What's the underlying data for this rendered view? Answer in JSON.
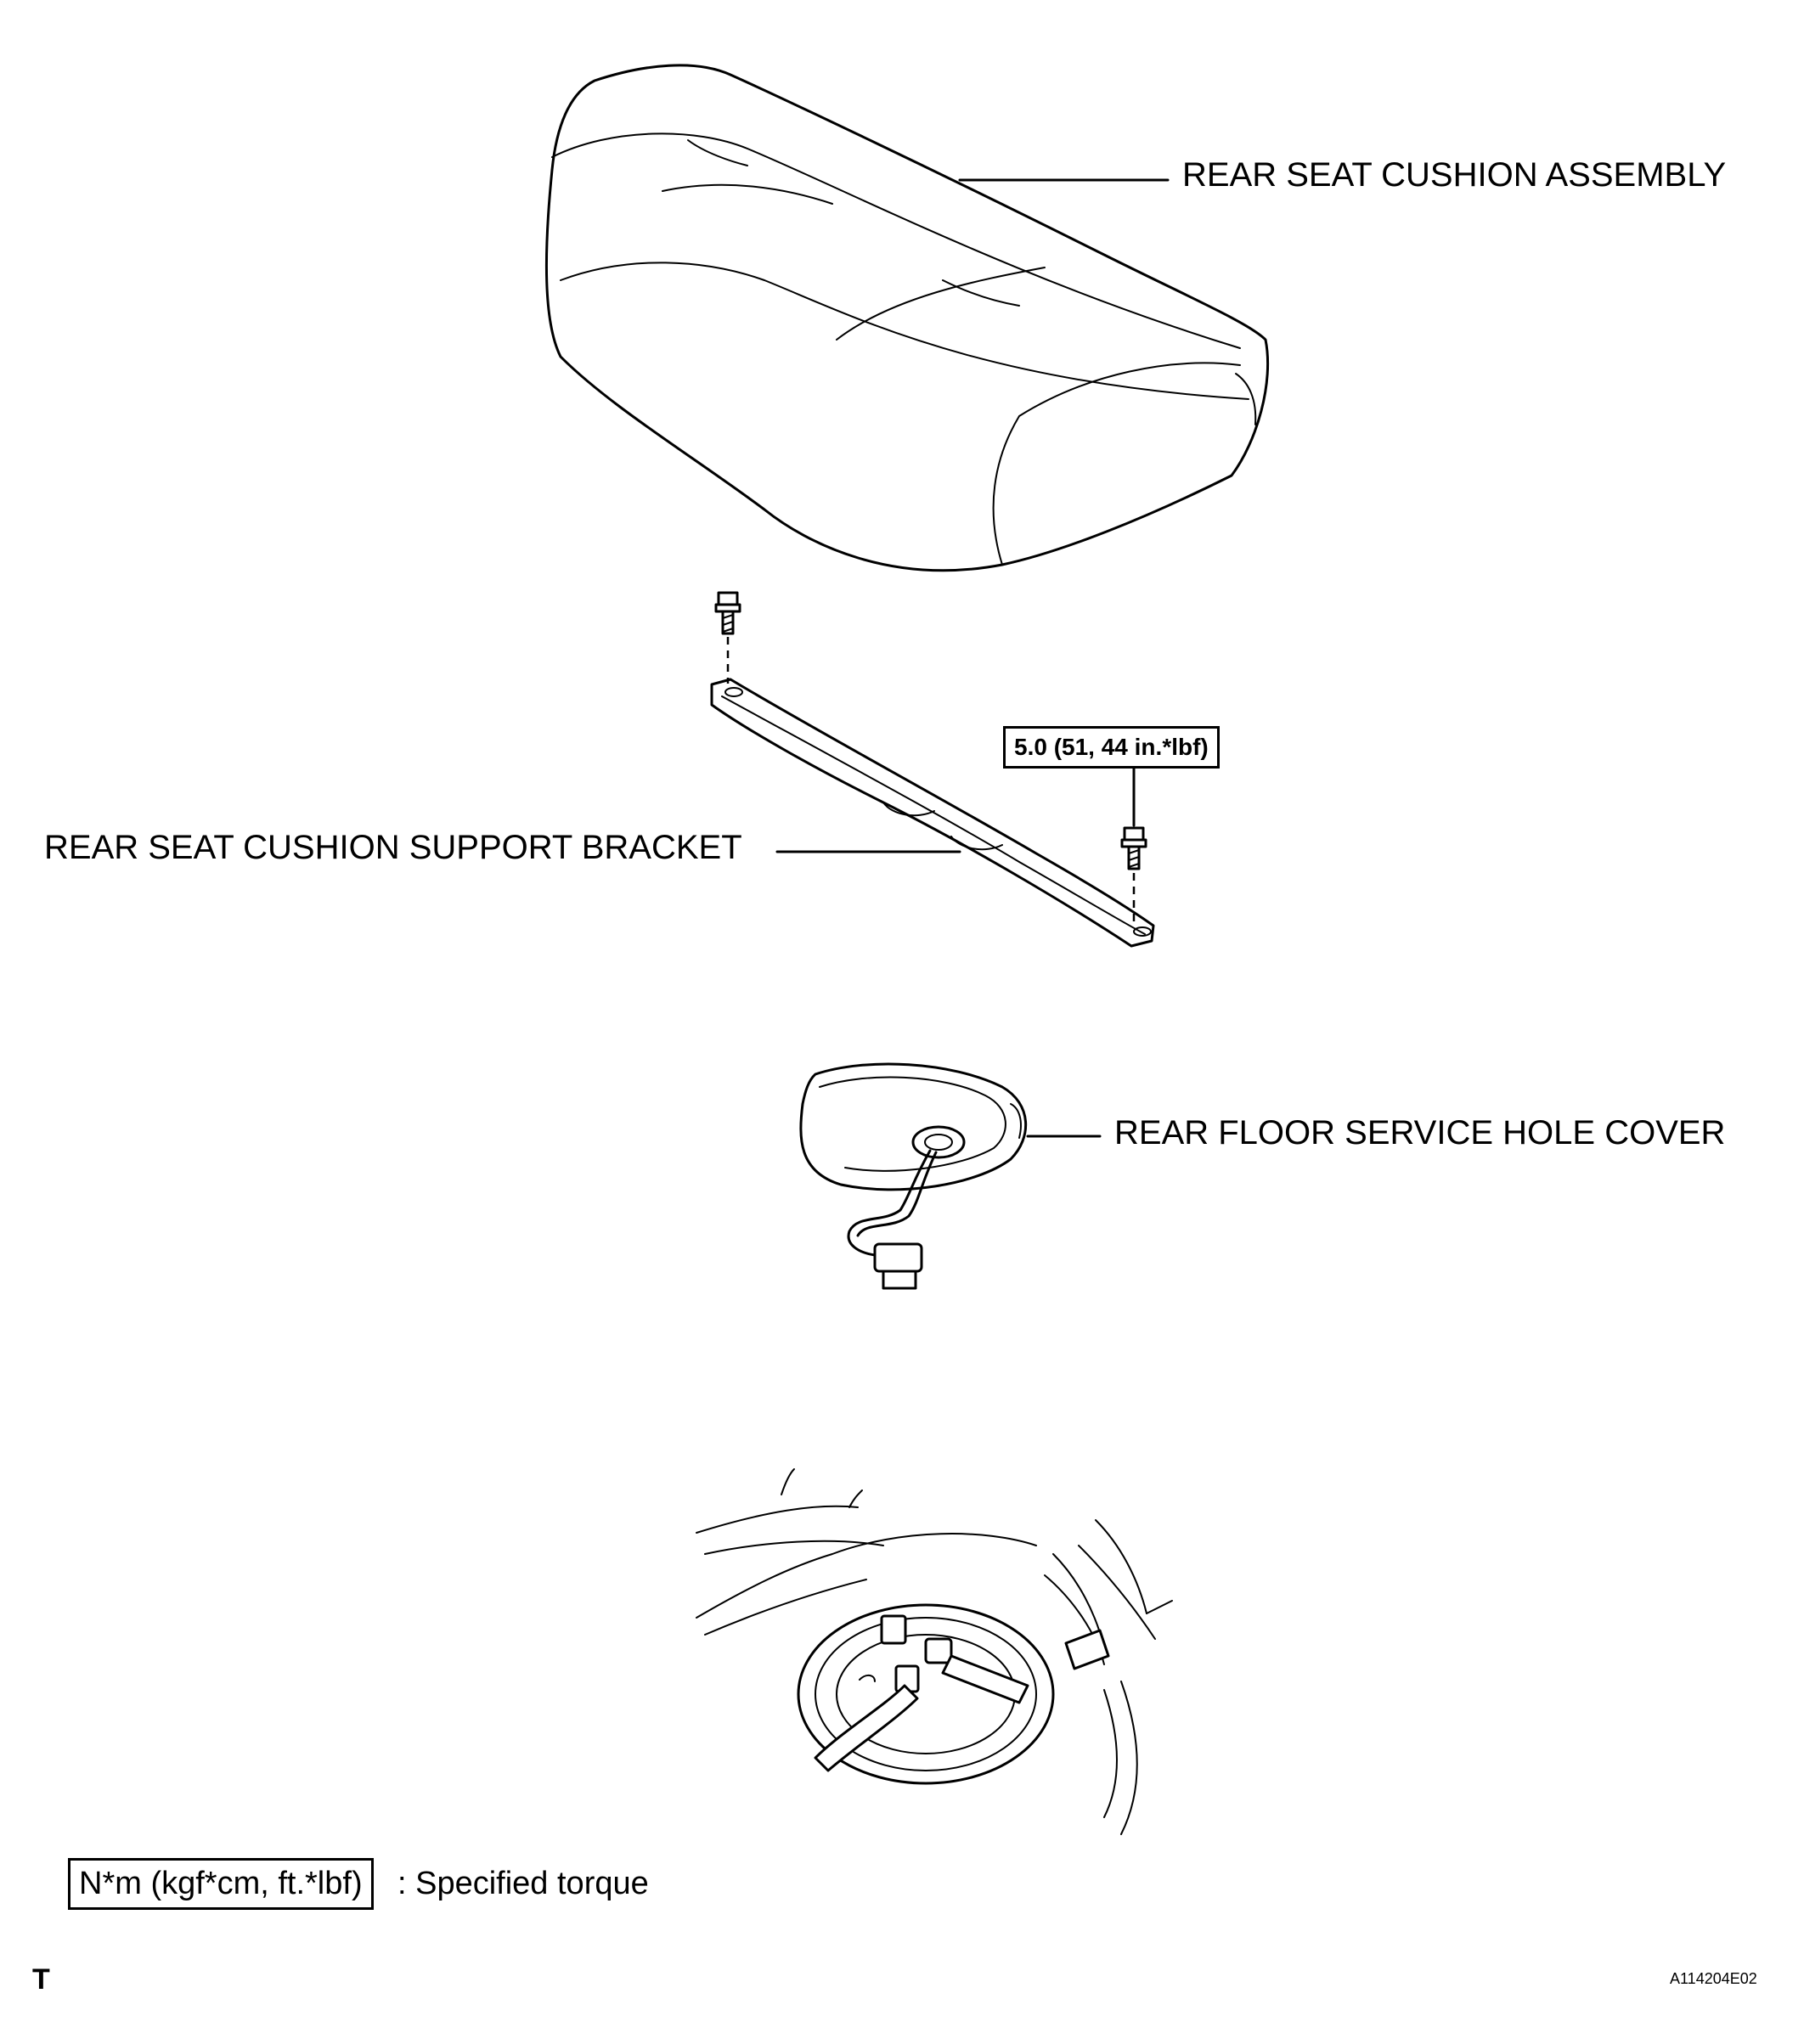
{
  "labels": {
    "seat_cushion": "REAR SEAT CUSHION ASSEMBLY",
    "support_bracket": "REAR SEAT CUSHION SUPPORT BRACKET",
    "service_hole_cover": "REAR FLOOR SERVICE HOLE COVER"
  },
  "torque": {
    "bracket_bolt": "5.0 (51, 44 in.*lbf)"
  },
  "legend": {
    "unit_box": "N*m (kgf*cm, ft.*lbf)",
    "description": ": Specified torque"
  },
  "footer": {
    "corner_mark": "T",
    "figure_id": "A114204E02"
  }
}
